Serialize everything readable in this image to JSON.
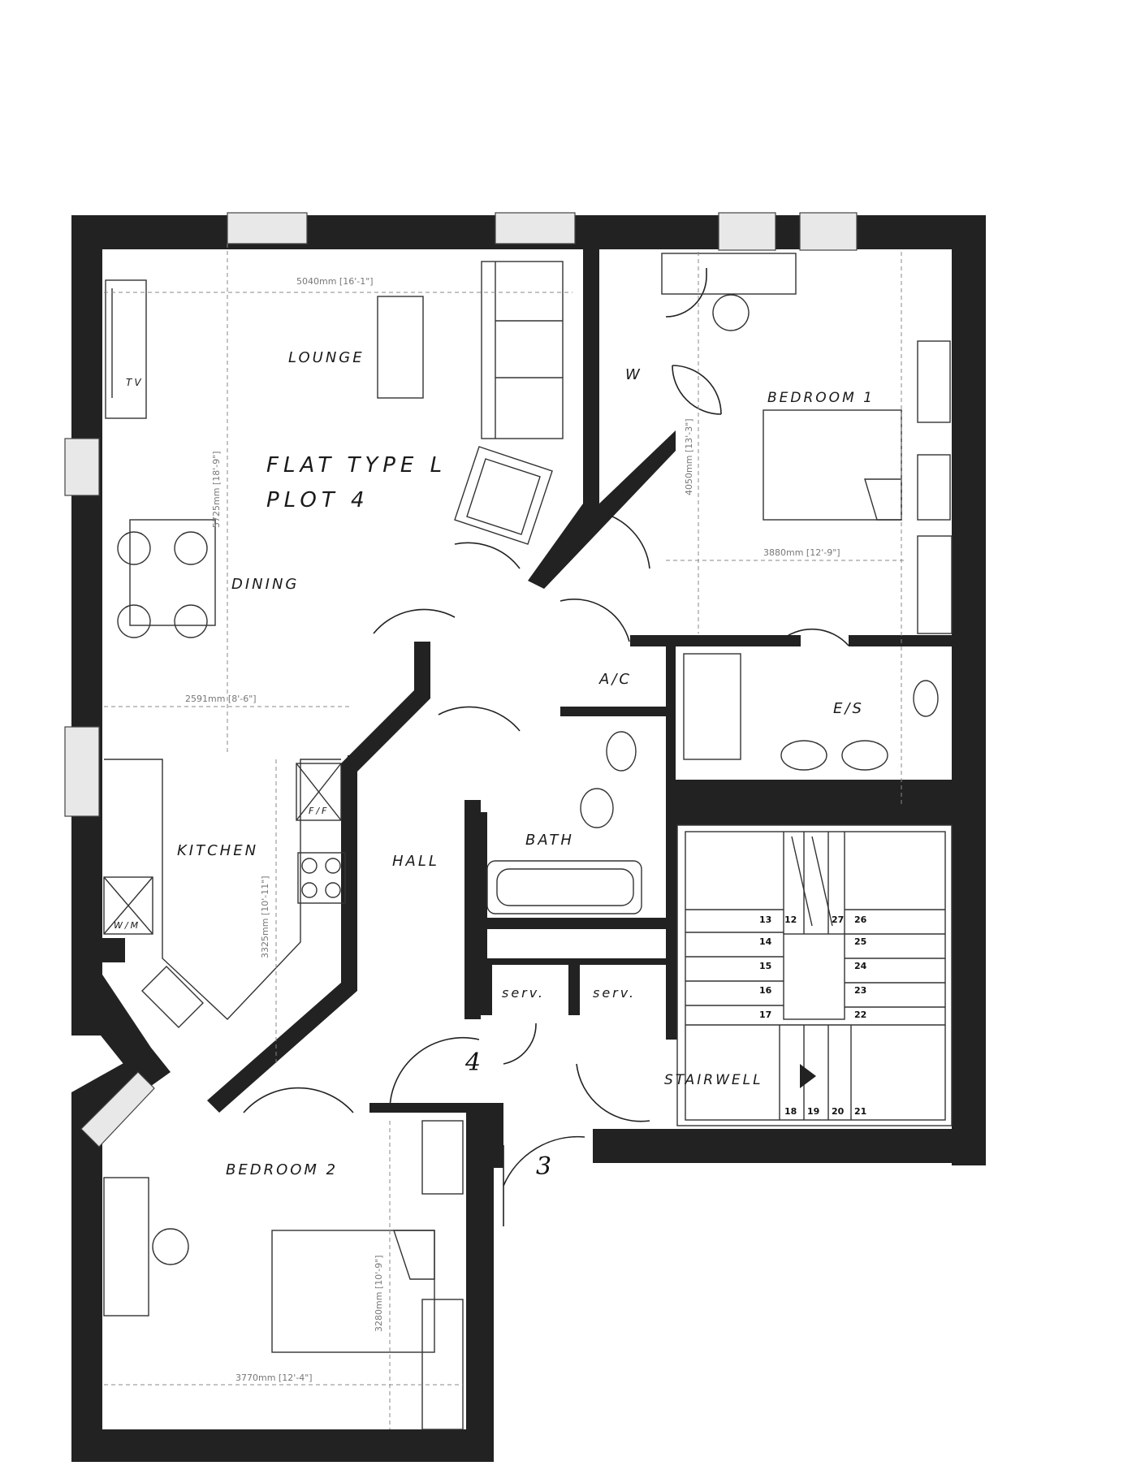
{
  "plan": {
    "title_line1": "FLAT TYPE L",
    "title_line2": "PLOT 4"
  },
  "rooms": {
    "lounge": "LOUNGE",
    "dining": "DINING",
    "kitchen": "KITCHEN",
    "hall": "HALL",
    "bath": "BATH",
    "ac": "A/C",
    "bedroom1": "BEDROOM 1",
    "bedroom2": "BEDROOM 2",
    "ensuite": "E/S",
    "wardrobe": "W",
    "stairwell": "STAIRWELL",
    "serv1": "serv.",
    "serv2": "serv."
  },
  "fixtures": {
    "tv": "TV",
    "ff": "F/F",
    "wm": "W/M"
  },
  "plots": {
    "plot4": "4",
    "plot3": "3"
  },
  "dimensions": {
    "lounge_width": "5040mm [16'-1\"]",
    "lounge_depth": "5725mm [18'-9\"]",
    "dining_width": "2591mm [8'-6\"]",
    "kitchen_depth": "3325mm [10'-11\"]",
    "bed1_width": "3880mm [12'-9\"]",
    "bed1_depth": "4050mm [13'-3\"]",
    "bed2_width": "3770mm [12'-4\"]",
    "bed2_depth": "3280mm [10'-9\"]"
  },
  "stairs": {
    "steps_left": [
      "13",
      "14",
      "15",
      "16",
      "17"
    ],
    "steps_right": [
      "26",
      "25",
      "24",
      "23",
      "22"
    ],
    "steps_top": [
      "12",
      "27"
    ],
    "steps_bottom": [
      "18",
      "19",
      "20",
      "21"
    ]
  }
}
